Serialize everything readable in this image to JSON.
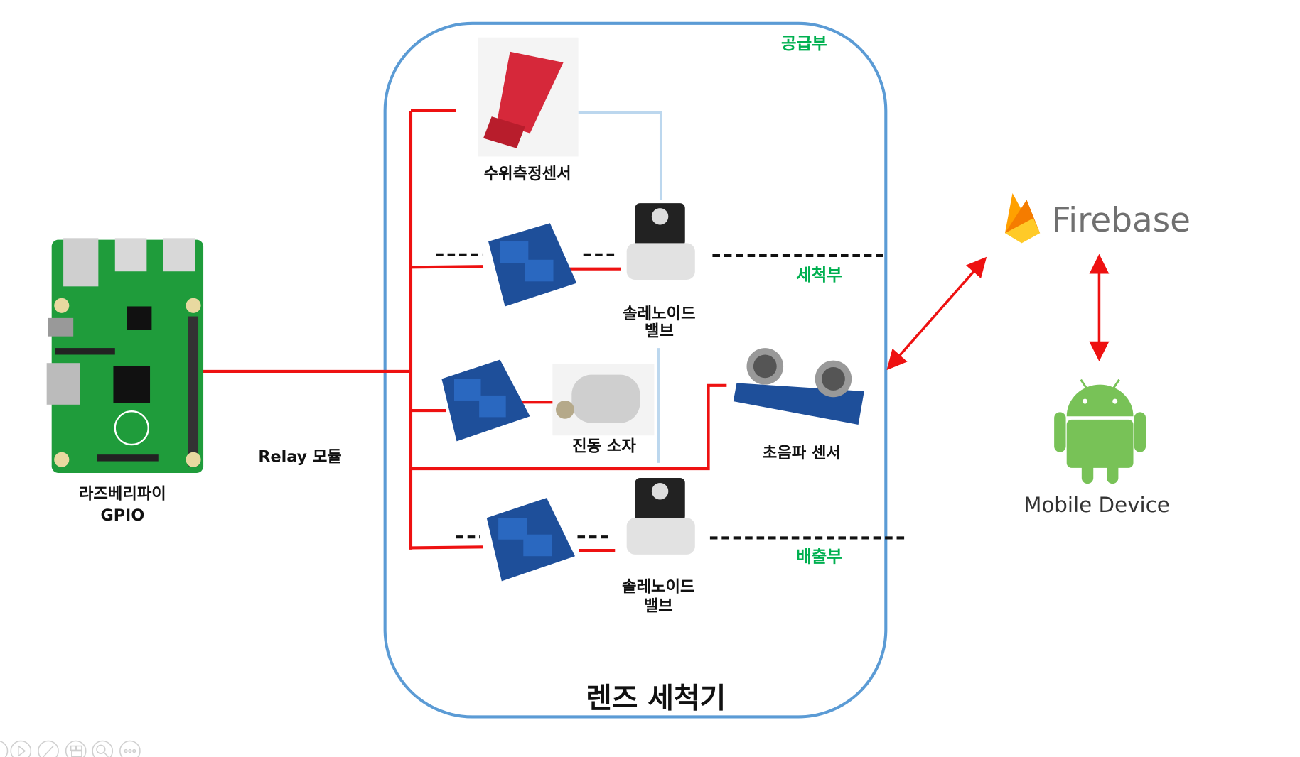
{
  "diagram": {
    "title": "렌즈 세척기",
    "sections": {
      "supply": "공급부",
      "wash": "세척부",
      "drain": "배출부"
    },
    "labels": {
      "rpi": [
        "라즈베리파이",
        "GPIO"
      ],
      "relay": "Relay 모듈",
      "water_sensor": "수위측정센서",
      "solenoid1": [
        "솔레노이드",
        "밸브"
      ],
      "vibration": "진동 소자",
      "ultrasonic": "초음파 센서",
      "solenoid2": [
        "솔레노이드",
        "밸브"
      ],
      "firebase": "Firebase",
      "mobile": "Mobile Device"
    },
    "colors": {
      "frame": "#5b9bd5",
      "wire": "#ee1111",
      "section": "#00b050",
      "android": "#78c257"
    }
  },
  "toolbar": {
    "icons": [
      "previous-icon",
      "next-icon",
      "pen-icon",
      "slides-grid-icon",
      "zoom-icon",
      "more-icon"
    ]
  }
}
